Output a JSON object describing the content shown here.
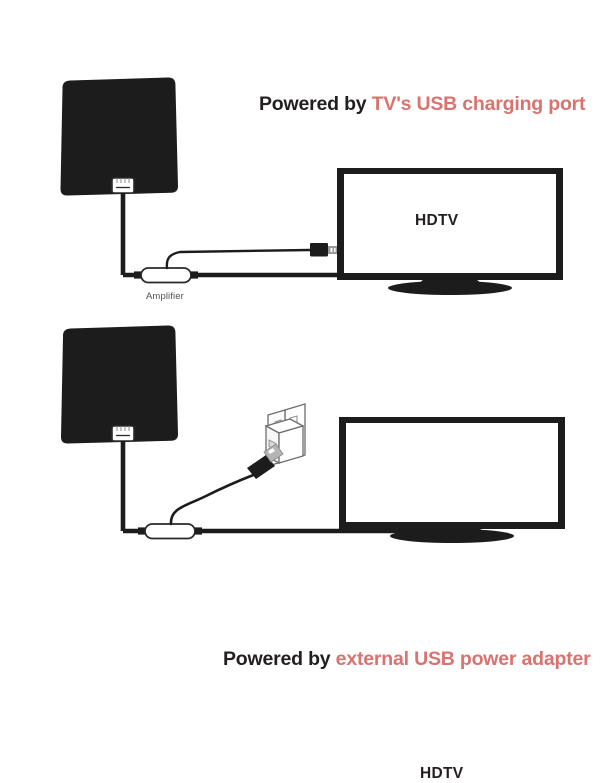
{
  "document": {
    "kind": "product-instruction-diagram",
    "background_color": "#ffffff",
    "accent_color": "#d9736f",
    "ink_color": "#231f20"
  },
  "panels": [
    {
      "id": "top",
      "caption": {
        "prefix": "Powered by ",
        "accent": "TV's USB charging port"
      },
      "antenna": {
        "label": "",
        "color": "#1c1c1c"
      },
      "amplifier": {
        "label": "Amplifier"
      },
      "tv": {
        "label": "HDTV"
      },
      "power_source": "tv-usb-port"
    },
    {
      "id": "bottom",
      "caption": {
        "prefix": "Powered by ",
        "accent": "external USB power adapter"
      },
      "antenna": {
        "label": "",
        "color": "#1c1c1c"
      },
      "amplifier": {
        "label": ""
      },
      "tv": {
        "label": "HDTV"
      },
      "power_source": "wall-outlet-usb-adapter",
      "outlet": {
        "sockets": 2
      }
    }
  ]
}
